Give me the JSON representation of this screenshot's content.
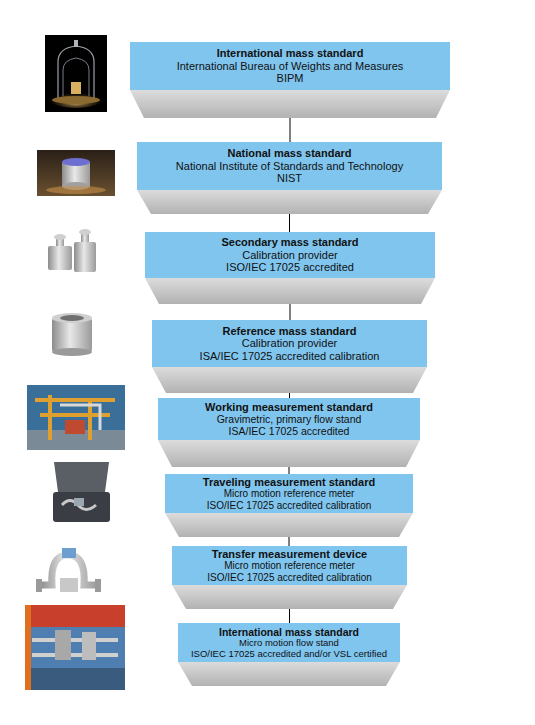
{
  "diagram": {
    "nodes": [
      {
        "text": [
          "International mass standard",
          "International Bureau of Weights and Measures",
          "BIPM"
        ]
      },
      {
        "text": [
          "National mass standard",
          "National Institute of Standards and Technology",
          "NIST"
        ]
      },
      {
        "text": [
          "Secondary mass standard",
          "Calibration provider",
          "ISO/IEC 17025 accredited"
        ]
      },
      {
        "text": [
          "Reference mass standard",
          "Calibration provider",
          "ISA/IEC 17025 accredited calibration"
        ]
      },
      {
        "text": [
          "Working measurement standard",
          "Gravimetric, primary flow stand",
          "ISA/IEC 17025 accredited"
        ]
      },
      {
        "text": [
          "Traveling measurement standard",
          "Micro motion reference meter",
          "ISO/IEC 17025 accredited calibration"
        ]
      },
      {
        "text": [
          "Transfer measurement device",
          "Micro motion reference meter",
          "ISO/IEC 17025 accredited calibration"
        ]
      },
      {
        "text": [
          "International mass standard",
          "Micro motion flow stand",
          "ISO/IEC 17025 accredited and/or VSL certified"
        ]
      }
    ],
    "edges": [
      {
        "from": 0,
        "to": 1,
        "arrow": "none"
      },
      {
        "from": 1,
        "to": 2,
        "arrow": "none"
      },
      {
        "from": 2,
        "to": 3,
        "arrow": "none"
      },
      {
        "from": 3,
        "to": 4,
        "arrow": "none"
      },
      {
        "from": 4,
        "to": 5,
        "arrow": "none"
      },
      {
        "from": 5,
        "to": 6,
        "arrow": "none"
      },
      {
        "from": 6,
        "to": 7,
        "arrow": "none"
      }
    ]
  }
}
